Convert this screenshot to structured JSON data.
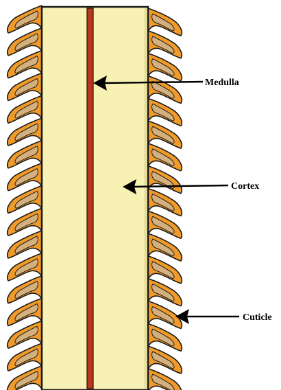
{
  "labels": {
    "medulla": "Medulla",
    "cortex": "Cortex",
    "cuticle": "Cuticle"
  },
  "colors": {
    "cortex_fill": "#f8f1b4",
    "medulla_fill": "#b5381f",
    "cuticle_scale_fill": "#f09a2a",
    "cuticle_scale_inner": "#d3b07e",
    "outline": "#1a1a1a",
    "arrow": "#000000"
  },
  "scales_per_side": 17
}
